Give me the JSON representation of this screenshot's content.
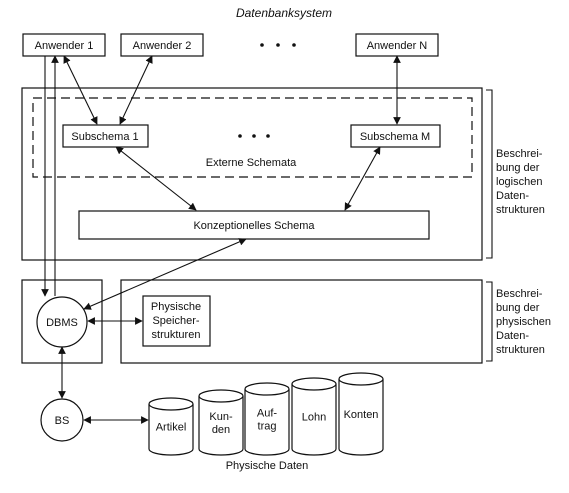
{
  "diagram": {
    "title": "Datenbanksystem",
    "users": [
      "Anwender 1",
      "Anwender 2",
      "Anwender N"
    ],
    "subschemas": [
      "Subschema 1",
      "Subschema M"
    ],
    "external_label": "Externe Schemata",
    "conceptual": "Konzeptionelles Schema",
    "dbms": "DBMS",
    "storage": [
      "Physische",
      "Speicher-",
      "strukturen"
    ],
    "os": "BS",
    "data_stores": [
      [
        "Artikel"
      ],
      [
        "Kun-",
        "den"
      ],
      [
        "Auf-",
        "trag"
      ],
      [
        "Lohn"
      ],
      [
        "Konten"
      ]
    ],
    "physical_data_label": "Physische Daten",
    "logical_caption": [
      "Beschrei-",
      "bung der",
      "logischen",
      "Daten-",
      "strukturen"
    ],
    "physical_caption": [
      "Beschrei-",
      "bung der",
      "physischen",
      "Daten-",
      "strukturen"
    ]
  }
}
